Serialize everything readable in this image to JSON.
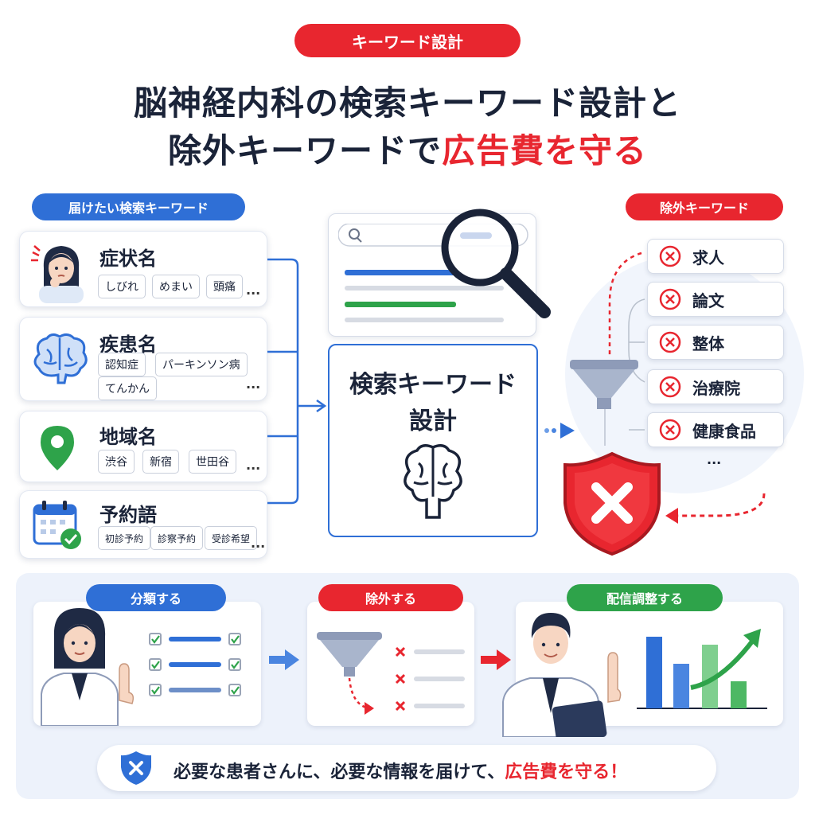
{
  "header": {
    "tag": "キーワード設計",
    "title_line1": "脳神経内科の検索キーワード設計と",
    "title_line2_prefix": "除外キーワードで",
    "title_line2_highlight": "広告費を守る"
  },
  "left_section": {
    "label": "届けたい検索キーワード",
    "cards": [
      {
        "title": "症状名",
        "chips": [
          "しびれ",
          "めまい",
          "頭痛"
        ],
        "more": "..."
      },
      {
        "title": "疾患名",
        "chips": [
          "認知症",
          "パーキンソン病",
          "てんかん"
        ],
        "more": "..."
      },
      {
        "title": "地域名",
        "chips": [
          "渋谷",
          "新宿",
          "世田谷"
        ],
        "more": "..."
      },
      {
        "title": "予約語",
        "chips": [
          "初診予約",
          "診察予約",
          "受診希望"
        ],
        "more": "..."
      }
    ]
  },
  "center": {
    "design_line1": "検索キーワード",
    "design_line2": "設計"
  },
  "right_section": {
    "label": "除外キーワード",
    "items": [
      "求人",
      "論文",
      "整体",
      "治療院",
      "健康食品"
    ],
    "more": "..."
  },
  "steps": [
    {
      "label": "分類する",
      "color": "#2f6fd6"
    },
    {
      "label": "除外する",
      "color": "#e8262f"
    },
    {
      "label": "配信調整する",
      "color": "#2ea34a"
    }
  ],
  "footer": {
    "text": "必要な患者さんに、必要な情報を届けて、",
    "highlight": "広告費を守る！"
  },
  "colors": {
    "blue": "#2f6fd6",
    "red": "#e8262f",
    "green": "#2ea34a",
    "navy": "#1a2338"
  }
}
